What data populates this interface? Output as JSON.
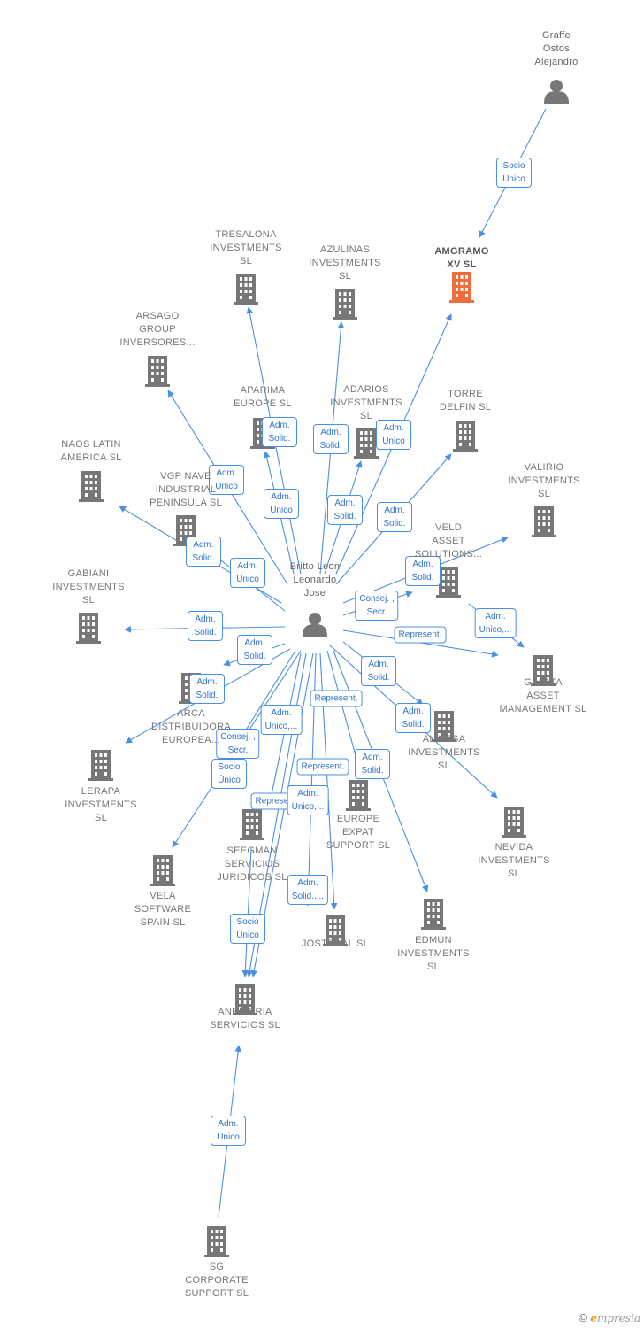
{
  "colors": {
    "edge": "#4a90e2",
    "building": "#777777",
    "building_highlight": "#f26b3a",
    "person": "#777777"
  },
  "nodes": [
    {
      "id": "graffe",
      "type": "person",
      "label": "Graffe\nOstos\nAlejandro",
      "icon": "person-icon"
    },
    {
      "id": "britto",
      "type": "person",
      "label": "Britto Leon\nLeonardo\nJose",
      "icon": "person-icon"
    },
    {
      "id": "amgramo",
      "type": "company",
      "highlight": true,
      "label": "AMGRAMO\nXV  SL",
      "icon": "building-icon"
    },
    {
      "id": "tresalona",
      "type": "company",
      "label": "TRESALONA\nINVESTMENTS\nSL",
      "icon": "building-icon"
    },
    {
      "id": "azulinas",
      "type": "company",
      "label": "AZULINAS\nINVESTMENTS\nSL",
      "icon": "building-icon"
    },
    {
      "id": "arsago",
      "type": "company",
      "label": "ARSAGO\nGROUP\nINVERSORES...",
      "icon": "building-icon"
    },
    {
      "id": "aparima",
      "type": "company",
      "label": "APARIMA\nEUROPE  SL",
      "icon": "building-icon"
    },
    {
      "id": "adarios",
      "type": "company",
      "label": "ADARIOS\nINVESTMENTS\nSL",
      "icon": "building-icon"
    },
    {
      "id": "torre",
      "type": "company",
      "label": "TORRE\nDELFIN  SL",
      "icon": "building-icon"
    },
    {
      "id": "naos",
      "type": "company",
      "label": "NAOS LATIN\nAMERICA  SL",
      "icon": "building-icon"
    },
    {
      "id": "vgp",
      "type": "company",
      "label": "VGP NAVE\nINDUSTRIAL\nPENINSULA  SL",
      "icon": "building-icon"
    },
    {
      "id": "valirio",
      "type": "company",
      "label": "VALIRIO\nINVESTMENTS\nSL",
      "icon": "building-icon"
    },
    {
      "id": "veld",
      "type": "company",
      "label": "VELD\nASSET\nSOLUTIONS...",
      "icon": "building-icon"
    },
    {
      "id": "gabiani",
      "type": "company",
      "label": "GABIANI\nINVESTMENTS\nSL",
      "icon": "building-icon"
    },
    {
      "id": "galata",
      "type": "company",
      "label": "GALATA\nASSET\nMANAGEMENT SL",
      "icon": "building-icon"
    },
    {
      "id": "arca",
      "type": "company",
      "label": "ARCA\nDISTRIBUIDORA\nEUROPEA...",
      "icon": "building-icon"
    },
    {
      "id": "alinesa",
      "type": "company",
      "label": "ALINESA\nINVESTMENTS\nSL",
      "icon": "building-icon"
    },
    {
      "id": "lerapa",
      "type": "company",
      "label": "LERAPA\nINVESTMENTS\nSL",
      "icon": "building-icon"
    },
    {
      "id": "europe",
      "type": "company",
      "label": "EUROPE\nEXPAT\nSUPPORT  SL",
      "icon": "building-icon"
    },
    {
      "id": "nevida",
      "type": "company",
      "label": "NEVIDA\nINVESTMENTS\nSL",
      "icon": "building-icon"
    },
    {
      "id": "seegman",
      "type": "company",
      "label": "SEEGMAN\nSERVICIOS\nJURIDICOS  SL",
      "icon": "building-icon"
    },
    {
      "id": "vela",
      "type": "company",
      "label": "VELA\nSOFTWARE\nSPAIN  SL",
      "icon": "building-icon"
    },
    {
      "id": "jostedal",
      "type": "company",
      "label": "JOSTEDAL  SL",
      "icon": "building-icon"
    },
    {
      "id": "edmun",
      "type": "company",
      "label": "EDMUN\nINVESTMENTS\nSL",
      "icon": "building-icon"
    },
    {
      "id": "aneiberia",
      "type": "company",
      "label": "ANEIBERIA\nSERVICIOS  SL",
      "icon": "building-icon"
    },
    {
      "id": "sg",
      "type": "company",
      "label": "SG\nCORPORATE\nSUPPORT  SL",
      "icon": "building-icon"
    }
  ],
  "edges": [
    {
      "from": "graffe",
      "to": "amgramo",
      "label": "Socio\nÚnico"
    },
    {
      "from": "britto",
      "to": "amgramo",
      "label": "Adm.\nUnico"
    },
    {
      "from": "britto",
      "to": "tresalona",
      "label": "Adm.\nUnico"
    },
    {
      "from": "britto",
      "to": "azulinas",
      "label": "Adm.\nSolid."
    },
    {
      "from": "britto",
      "to": "arsago",
      "label": "Adm.\nUnico"
    },
    {
      "from": "britto",
      "to": "aparima",
      "label": "Adm.\nSolid."
    },
    {
      "from": "britto",
      "to": "adarios",
      "label": "Adm.\nSolid."
    },
    {
      "from": "britto",
      "to": "torre",
      "label": "Adm.\nSolid."
    },
    {
      "from": "britto",
      "to": "naos",
      "label": "Adm.\nSolid."
    },
    {
      "from": "britto",
      "to": "vgp",
      "label": "Adm.\nUnico"
    },
    {
      "from": "britto",
      "to": "valirio",
      "label": "Adm.\nSolid."
    },
    {
      "from": "britto",
      "to": "veld",
      "label": "Consej. ,\nSecr."
    },
    {
      "from": "britto",
      "to": "gabiani",
      "label": "Adm.\nSolid."
    },
    {
      "from": "britto",
      "to": "galata",
      "label": "Represent."
    },
    {
      "from": "britto",
      "to": "galata",
      "label": "Adm.\nUnico,..."
    },
    {
      "from": "britto",
      "to": "arca",
      "label": "Adm.\nSolid."
    },
    {
      "from": "britto",
      "to": "alinesa",
      "label": "Adm.\nSolid."
    },
    {
      "from": "britto",
      "to": "lerapa",
      "label": "Adm.\nSolid."
    },
    {
      "from": "britto",
      "to": "europe",
      "label": "Represent."
    },
    {
      "from": "britto",
      "to": "nevida",
      "label": "Adm.\nSolid."
    },
    {
      "from": "britto",
      "to": "seegman",
      "label": "Adm.\nUnico,..."
    },
    {
      "from": "britto",
      "to": "seegman",
      "label": "Consej. ,\nSecr."
    },
    {
      "from": "britto",
      "to": "vela",
      "label": "Socio\nÚnico"
    },
    {
      "from": "britto",
      "to": "jostedal",
      "label": "Represent."
    },
    {
      "from": "britto",
      "to": "jostedal",
      "label": "Adm.\nSolid.,..."
    },
    {
      "from": "britto",
      "to": "edmun",
      "label": "Adm.\nSolid."
    },
    {
      "from": "britto",
      "to": "aneiberia",
      "label": "Represent."
    },
    {
      "from": "britto",
      "to": "aneiberia",
      "label": "Adm.\nUnico,..."
    },
    {
      "from": "seegman",
      "to": "aneiberia",
      "label": "Socio\nÚnico"
    },
    {
      "from": "sg",
      "to": "aneiberia",
      "label": "Adm.\nUnico"
    }
  ],
  "watermark": {
    "copyright": "©",
    "brand_initial": "e",
    "brand_rest": "mpresia"
  }
}
